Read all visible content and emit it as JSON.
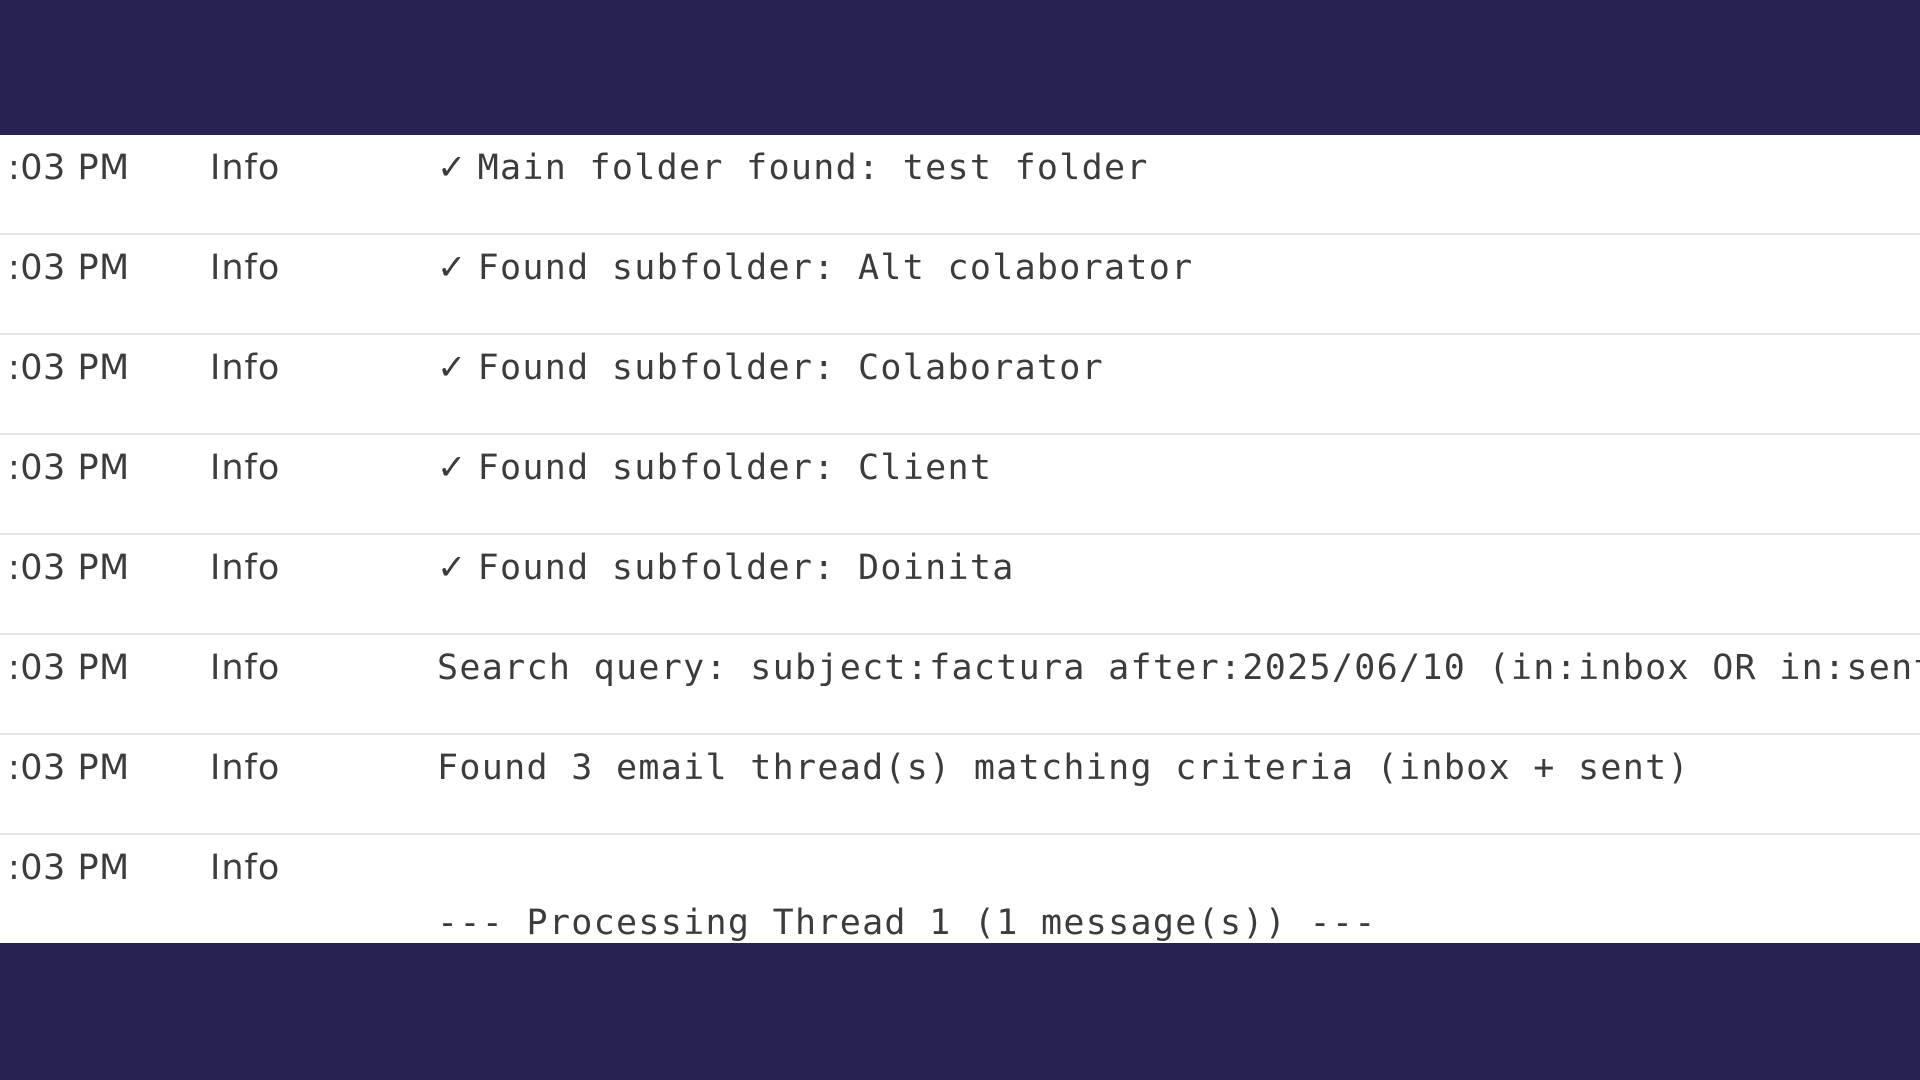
{
  "colors": {
    "background": "#282154",
    "panel": "#ffffff",
    "divider": "#e6e6e6",
    "text": "#3c3c3c"
  },
  "log": {
    "rows": [
      {
        "time": ":03 PM",
        "level": "Info",
        "check": "✓",
        "message": "Main folder found: test folder"
      },
      {
        "time": ":03 PM",
        "level": "Info",
        "check": "✓",
        "message": "Found subfolder: Alt colaborator"
      },
      {
        "time": ":03 PM",
        "level": "Info",
        "check": "✓",
        "message": "Found subfolder: Colaborator"
      },
      {
        "time": ":03 PM",
        "level": "Info",
        "check": "✓",
        "message": "Found subfolder: Client"
      },
      {
        "time": ":03 PM",
        "level": "Info",
        "check": "✓",
        "message": "Found subfolder: Doinita"
      },
      {
        "time": ":03 PM",
        "level": "Info",
        "check": "",
        "message": "Search query: subject:factura after:2025/06/10 (in:inbox OR in:sent"
      },
      {
        "time": ":03 PM",
        "level": "Info",
        "check": "",
        "message": "Found 3 email thread(s) matching criteria (inbox + sent)"
      },
      {
        "time": ":03 PM",
        "level": "Info",
        "check": "",
        "message": "\n--- Processing Thread 1 (1 message(s)) ---"
      }
    ]
  }
}
